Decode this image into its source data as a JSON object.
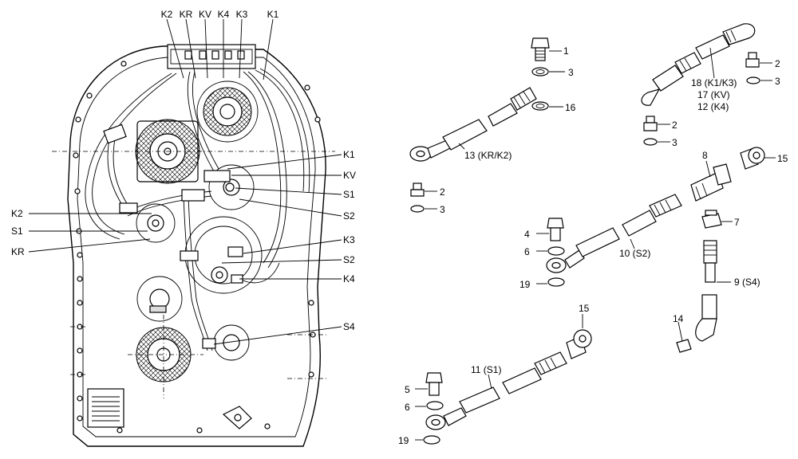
{
  "left_callouts": {
    "top": [
      "K2",
      "KR",
      "KV",
      "K4",
      "K3",
      "K1"
    ],
    "left": [
      "K2",
      "S1",
      "KR"
    ],
    "right": [
      "K1",
      "KV",
      "S1",
      "S2",
      "K3",
      "S2",
      "K4",
      "S4"
    ]
  },
  "parts": {
    "p1": "1",
    "p2a": "2",
    "p2b": "2",
    "p2c": "2",
    "p3a": "3",
    "p3b": "3",
    "p3c": "3",
    "p3d": "3",
    "p4": "4",
    "p5": "5",
    "p6a": "6",
    "p6b": "6",
    "p7": "7",
    "p8": "8",
    "p9": "9 (S4)",
    "p10": "10 (S2)",
    "p11": "11 (S1)",
    "p13": "13 (KR/K2)",
    "p14": "14",
    "p15a": "15",
    "p15b": "15",
    "p16": "16",
    "p18": "18 (K1/K3)",
    "p17": "17 (KV)",
    "p12": "12 (K4)",
    "p19a": "19",
    "p19b": "19"
  },
  "icons": [
    "transmission-housing",
    "banjo-bolt",
    "sealing-ring",
    "hose-assembly",
    "elbow-fitting",
    "tee-fitting",
    "union-fitting",
    "banjo-fitting"
  ]
}
